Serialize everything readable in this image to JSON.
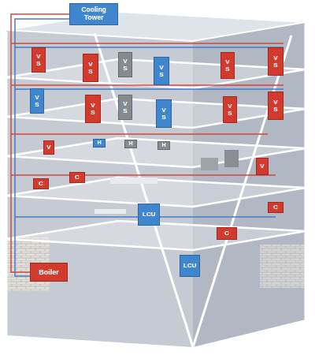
{
  "diagram": {
    "nodes": [
      {
        "text": [
          "Cooling Tower"
        ]
      },
      {
        "text": [
          "V S"
        ]
      },
      {
        "text": [
          "V S"
        ]
      },
      {
        "text": [
          "V S"
        ]
      },
      {
        "text": [
          "V S"
        ]
      },
      {
        "text": [
          "V S"
        ]
      },
      {
        "text": [
          "V S"
        ]
      },
      {
        "text": [
          "V S"
        ]
      },
      {
        "text": [
          "V S"
        ]
      },
      {
        "text": [
          "V S"
        ]
      },
      {
        "text": [
          "V S"
        ]
      },
      {
        "text": [
          "V S"
        ]
      },
      {
        "text": [
          "V S"
        ]
      },
      {
        "text": [
          "V"
        ]
      },
      {
        "text": [
          "H"
        ]
      },
      {
        "text": [
          "H"
        ]
      },
      {
        "text": [
          "H"
        ]
      },
      {
        "text": [
          "V"
        ]
      },
      {
        "text": [
          "C"
        ]
      },
      {
        "text": [
          "C"
        ]
      },
      {
        "text": [
          "LCU"
        ]
      },
      {
        "text": [
          "C"
        ]
      },
      {
        "text": [
          "C"
        ]
      },
      {
        "text": [
          "Boiler"
        ]
      },
      {
        "text": [
          "LCU"
        ]
      }
    ]
  }
}
